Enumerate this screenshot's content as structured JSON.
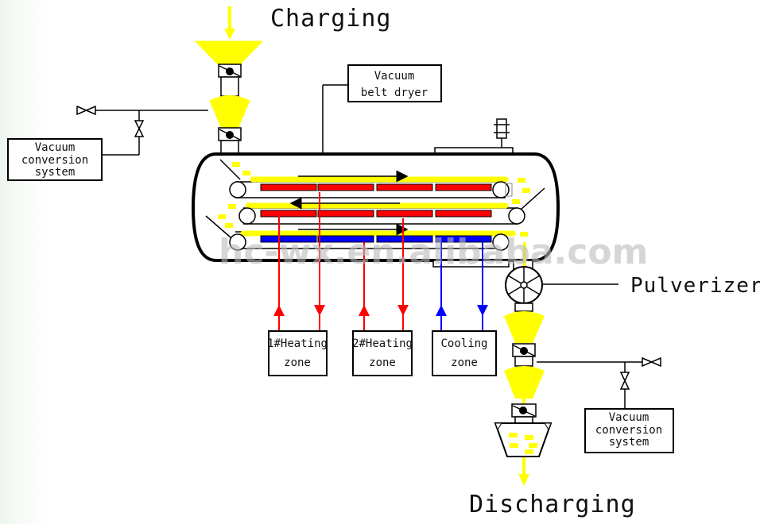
{
  "title": "Vacuum belt dryer process flow",
  "labels": {
    "charging": "Charging",
    "discharging": "Discharging",
    "pulverizer": "Pulverizer",
    "dryer_line1": "Vacuum",
    "dryer_line2": "belt dryer",
    "vac_left_line1": "Vacuum",
    "vac_left_line2": "conversion",
    "vac_left_line3": "system",
    "vac_right_line1": "Vacuum",
    "vac_right_line2": "conversion",
    "vac_right_line3": "system",
    "zone1_line1": "1#Heating",
    "zone1_line2": "zone",
    "zone2_line1": "2#Heating",
    "zone2_line2": "zone",
    "zone3_line1": "Cooling",
    "zone3_line2": "zone"
  },
  "watermark": "hc-wx.en.alibaba.com",
  "colors": {
    "material": "#ffff00",
    "heating": "#ff0000",
    "cooling": "#0000ff",
    "line": "#000000"
  },
  "belts": [
    {
      "level": "top",
      "direction": "right"
    },
    {
      "level": "middle",
      "direction": "left"
    },
    {
      "level": "bottom",
      "direction": "right"
    }
  ],
  "plate_rows": [
    {
      "type": "heating",
      "count": 4
    },
    {
      "type": "heating",
      "count": 4
    },
    {
      "type": "cooling",
      "count": 4
    }
  ]
}
